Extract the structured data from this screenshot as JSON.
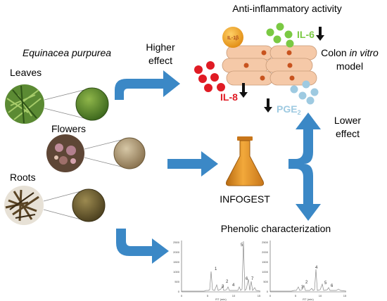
{
  "header": {
    "title": "Anti-inflammatory activity"
  },
  "plant": {
    "species": "Equinacea purpurea",
    "parts": [
      {
        "label": "Leaves",
        "color": "#4f7f2a"
      },
      {
        "label": "Flowers",
        "color": "#a08a6a"
      },
      {
        "label": "Roots",
        "color": "#6b5a2e"
      }
    ]
  },
  "effects": {
    "higher_line1": "Higher",
    "higher_line2": "effect",
    "lower_line1": "Lower",
    "lower_line2": "effect"
  },
  "digestion": {
    "label": "INFOGEST",
    "flask_color": "#e3962b"
  },
  "model": {
    "line1_plain": "Colon ",
    "line1_italic": "in vitro",
    "line2": "model"
  },
  "markers": {
    "il1b": "IL-1β",
    "il6": "IL-6",
    "il8": "IL-8",
    "pge2_base": "PGE",
    "pge2_sub": "2",
    "il6_color": "#7ac943",
    "il8_color": "#e01b24",
    "pge2_color": "#9ecae1",
    "il1b_color": "#f5a524"
  },
  "phenolic": {
    "title": "Phenolic characterization",
    "chromatograms": [
      {
        "yticks": [
          "2500",
          "2000",
          "1500",
          "1000",
          "500",
          "0"
        ],
        "xticks": [
          "0",
          "5",
          "10",
          "15"
        ],
        "xlabel": "RT (min)",
        "peak_labels": [
          "1",
          "2",
          "3",
          "4",
          "5",
          "6",
          "7"
        ]
      },
      {
        "yticks": [
          "2500",
          "2000",
          "1500",
          "1000",
          "500",
          "0"
        ],
        "xticks": [
          "0",
          "5",
          "10",
          "15"
        ],
        "xlabel": "RT (min)",
        "peak_labels": [
          "2",
          "3",
          "4",
          "5",
          "6"
        ]
      }
    ]
  },
  "colors": {
    "arrow_blue": "#3b88c6",
    "cell_fill": "#f5c9a8",
    "nucleus": "#c8531e"
  }
}
